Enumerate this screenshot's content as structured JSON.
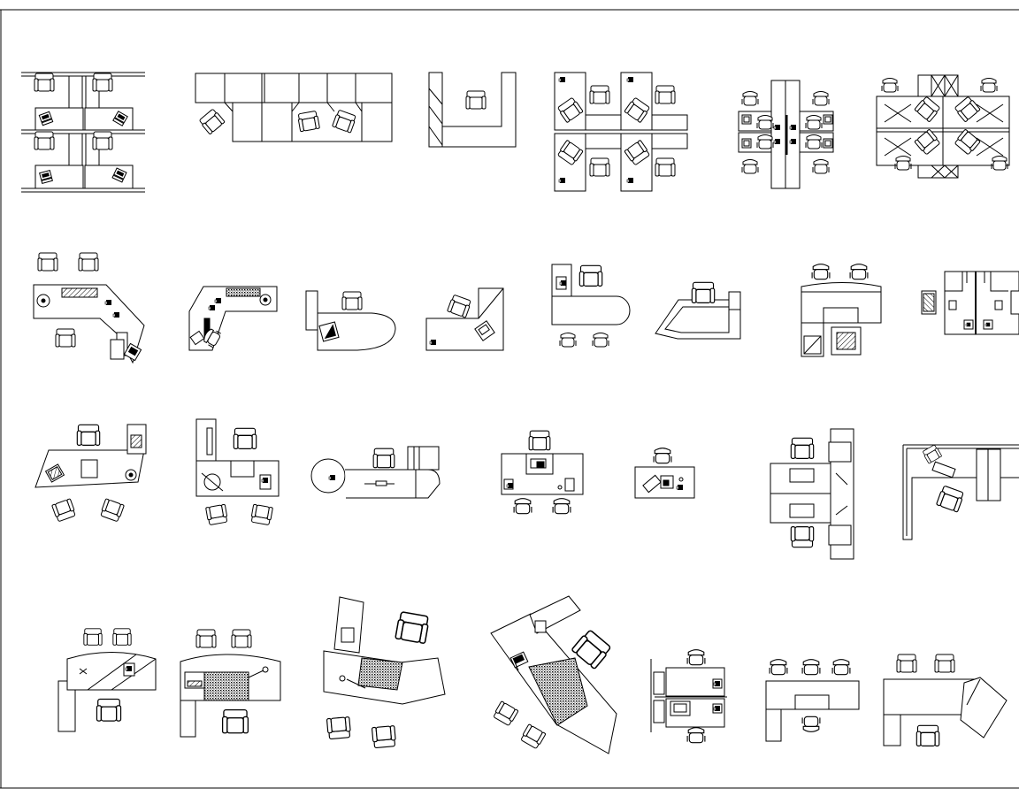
{
  "sheet": {
    "background": "#ffffff",
    "line_color": "#000000",
    "symbols": [
      {
        "id": "cubicle-stack-4"
      },
      {
        "id": "workstation-row-panels"
      },
      {
        "id": "u-desk-single"
      },
      {
        "id": "cluster-4-corner-desks"
      },
      {
        "id": "bench-4-desk-cluster"
      },
      {
        "id": "pod-4-partitioned"
      },
      {
        "id": "executive-angled-desk"
      },
      {
        "id": "l-desk-small"
      },
      {
        "id": "curved-desk"
      },
      {
        "id": "corner-desk"
      },
      {
        "id": "desk-with-rounded-end"
      },
      {
        "id": "reception-angled-desk"
      },
      {
        "id": "desk-with-cabinet"
      },
      {
        "id": "paired-cubicles"
      },
      {
        "id": "boat-shaped-desk"
      },
      {
        "id": "desk-with-return"
      },
      {
        "id": "desk-with-round-table"
      },
      {
        "id": "rectangular-desk-2-chairs"
      },
      {
        "id": "small-desk"
      },
      {
        "id": "face-to-face-desks"
      },
      {
        "id": "corner-workstation-panel"
      },
      {
        "id": "curved-front-desk"
      },
      {
        "id": "executive-desk-hatched-rug"
      },
      {
        "id": "angled-executive-desk"
      },
      {
        "id": "rotated-executive-suite"
      },
      {
        "id": "desk-with-side-panel"
      },
      {
        "id": "training-desk"
      },
      {
        "id": "desk-with-angled-return"
      }
    ]
  }
}
